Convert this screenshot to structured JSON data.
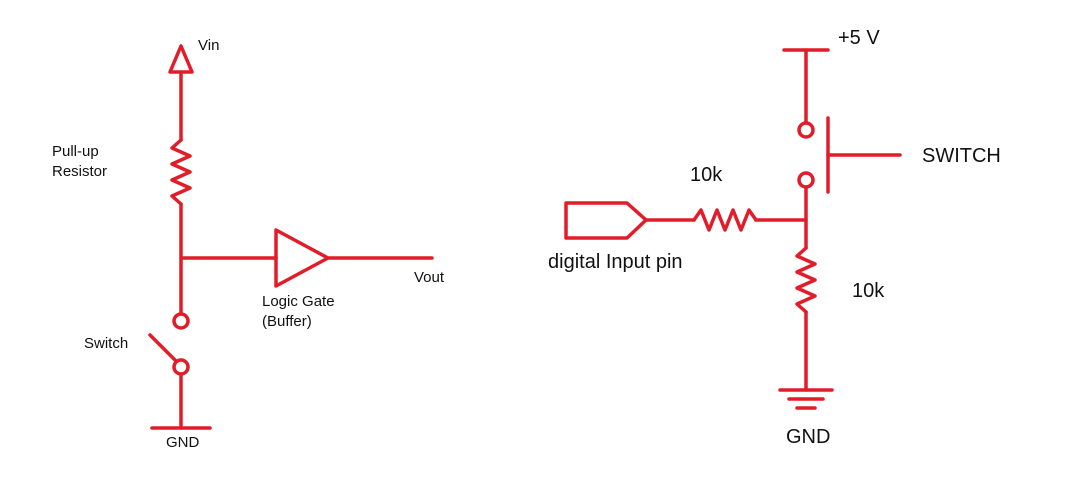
{
  "colors": {
    "wire": "#e11d2a",
    "text": "#111111",
    "background": "#ffffff"
  },
  "left_circuit": {
    "vin_label": "Vin",
    "resistor_label_line1": "Pull-up",
    "resistor_label_line2": "Resistor",
    "vout_label": "Vout",
    "gate_label_line1": "Logic Gate",
    "gate_label_line2": "(Buffer)",
    "switch_label": "Switch",
    "gnd_label": "GND"
  },
  "right_circuit": {
    "supply_label": "+5 V",
    "switch_label": "SWITCH",
    "series_resistor_label": "10k",
    "input_label": "digital Input pin",
    "pulldown_resistor_label": "10k",
    "gnd_label": "GND"
  }
}
